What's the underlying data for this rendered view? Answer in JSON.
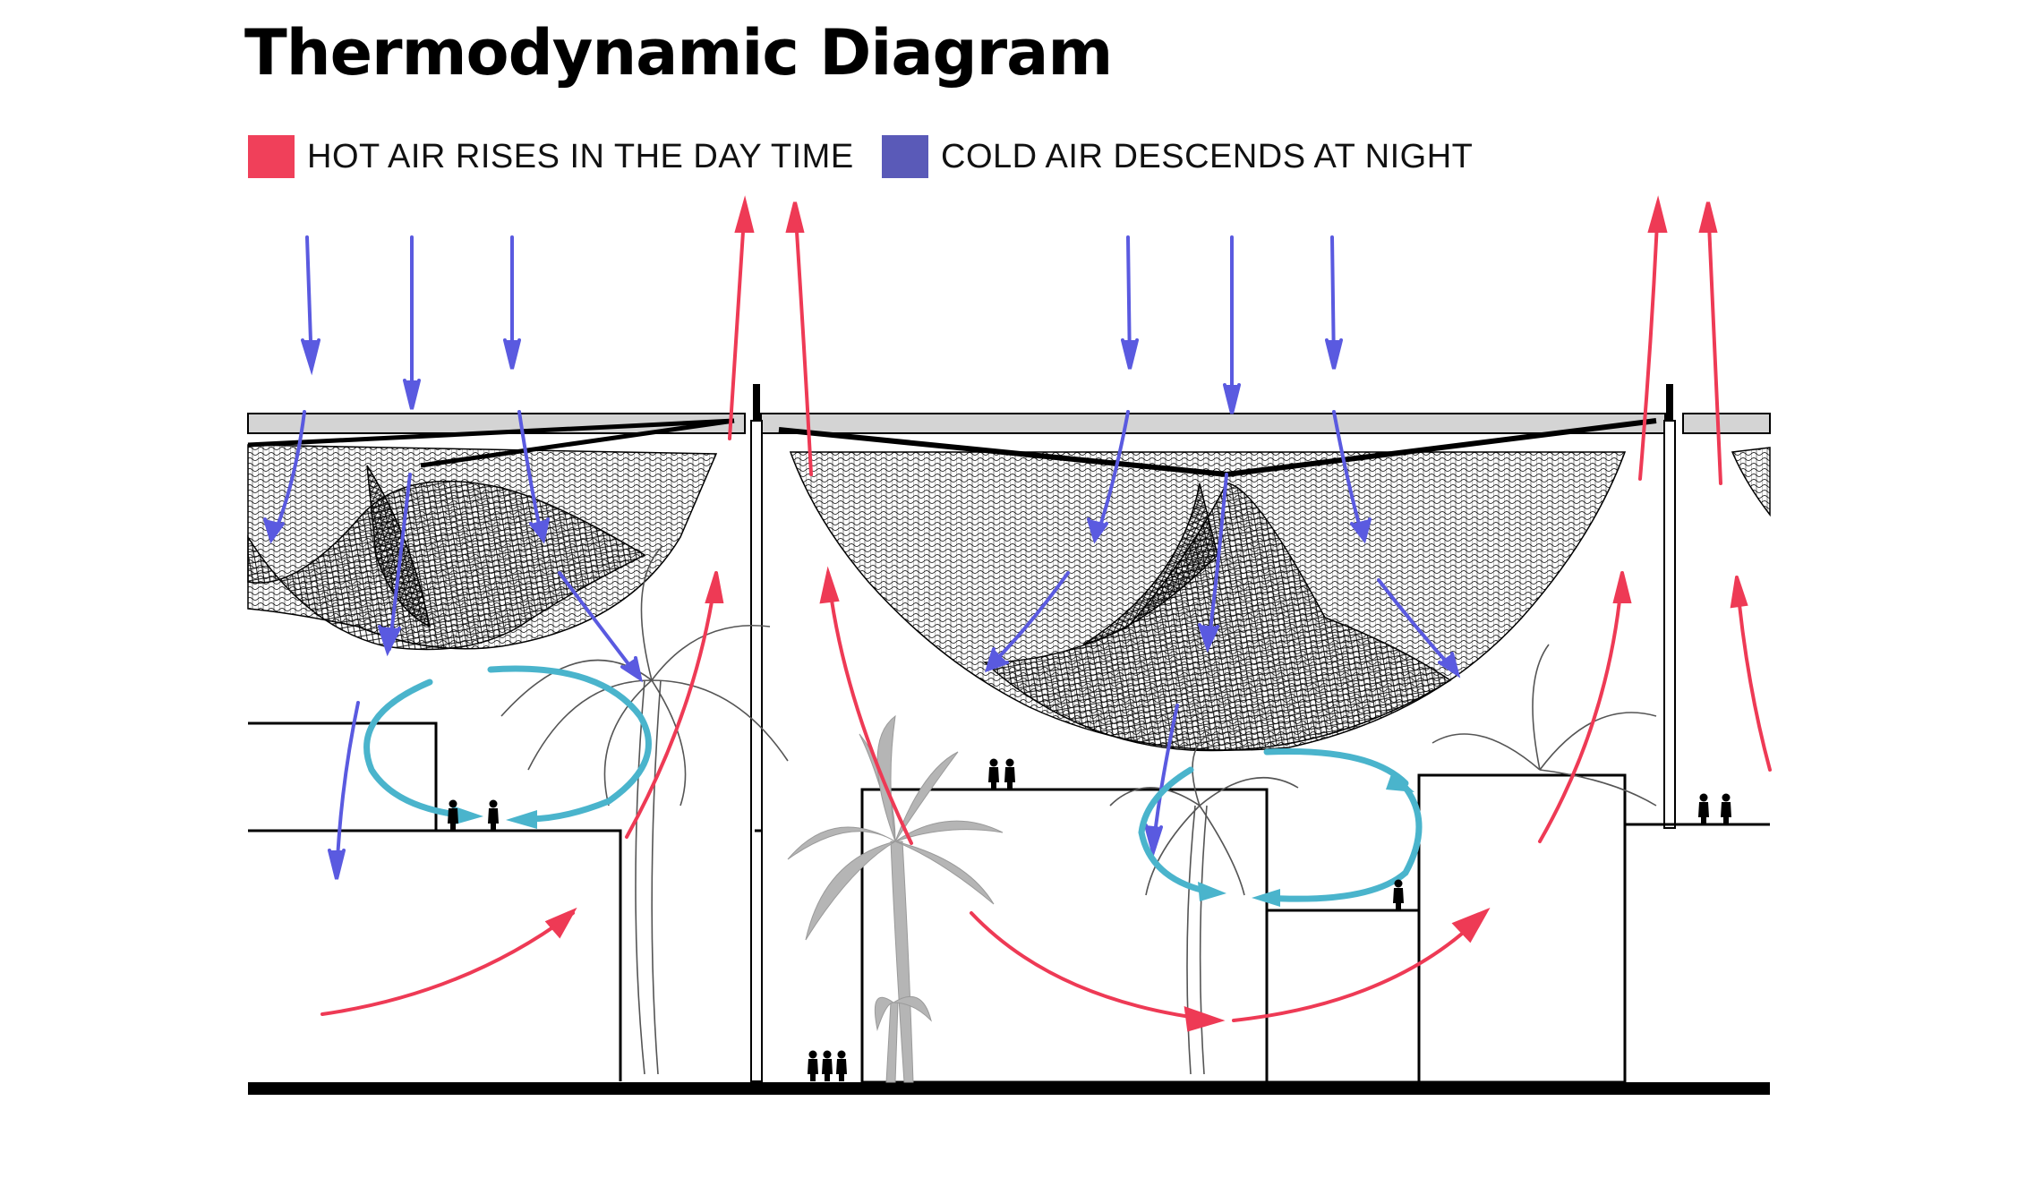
{
  "title": "Thermodynamic Diagram",
  "legend": {
    "hot": {
      "label": "HOT AIR RISES IN THE DAY TIME",
      "color": "#f0405a"
    },
    "cold": {
      "label": "COLD AIR DESCENDS AT NIGHT",
      "color": "#5a5ab8"
    }
  },
  "colors": {
    "cold_arrow": "#5a5ae0",
    "hot_arrow": "#ee3a55",
    "circulation": "#4ab4cc",
    "building": "#000000",
    "palm_foreground": "#b5b5b5",
    "palm_outline": "#555555"
  },
  "icons": [
    "palm-tree-icon",
    "person-icon",
    "canopy-mesh-icon",
    "column-icon"
  ]
}
